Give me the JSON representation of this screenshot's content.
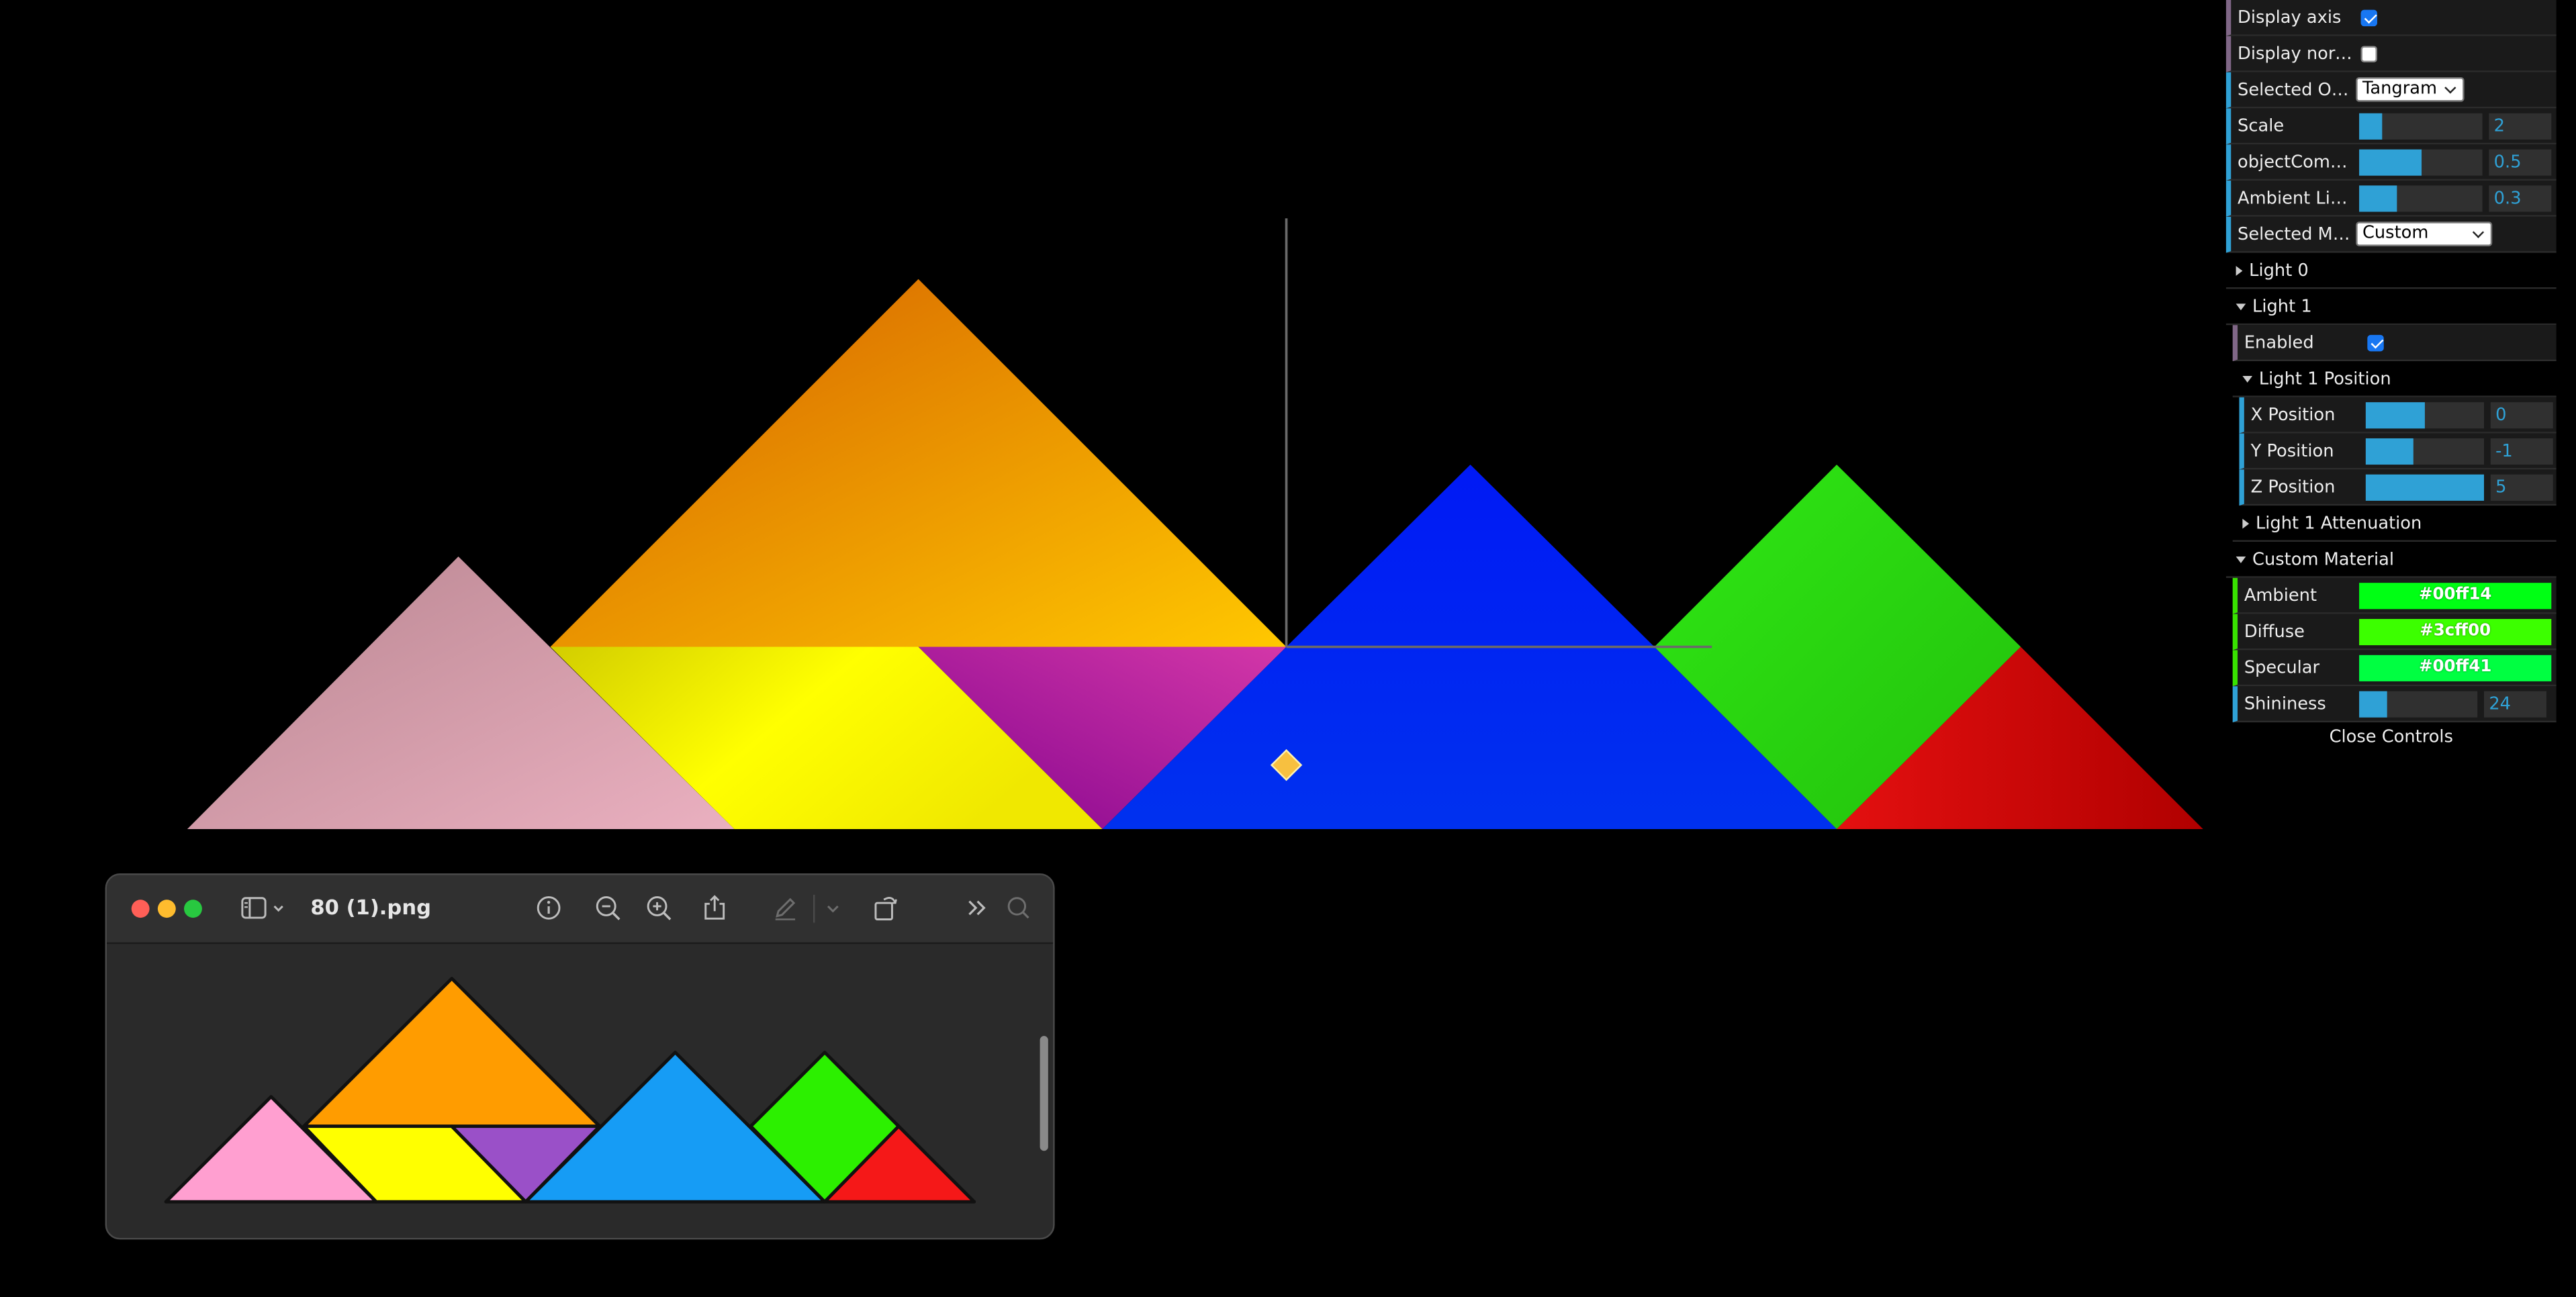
{
  "gui": {
    "display_axis": {
      "label": "Display axis",
      "checked": true
    },
    "display_normals": {
      "label": "Display normals",
      "checked": false
    },
    "selected_object": {
      "label": "Selected Object",
      "value": "Tangram"
    },
    "scale": {
      "label": "Scale",
      "value": "2",
      "fraction": 0.18
    },
    "object_complexity": {
      "label": "objectComplex...",
      "value": "0.5",
      "fraction": 0.5
    },
    "ambient_light": {
      "label": "Ambient Light",
      "value": "0.3",
      "fraction": 0.3
    },
    "selected_material": {
      "label": "Selected Material",
      "value": "Custom"
    },
    "light0": {
      "label": "Light 0"
    },
    "light1": {
      "label": "Light 1",
      "enabled": {
        "label": "Enabled",
        "checked": true
      },
      "position": {
        "label": "Light 1 Position",
        "x": {
          "label": "X Position",
          "value": "0",
          "fraction": 0.5
        },
        "y": {
          "label": "Y Position",
          "value": "-1",
          "fraction": 0.4
        },
        "z": {
          "label": "Z Position",
          "value": "5",
          "fraction": 1.0
        }
      },
      "attenuation": {
        "label": "Light 1 Attenuation"
      }
    },
    "custom_material": {
      "label": "Custom Material",
      "ambient": {
        "label": "Ambient",
        "value": "#00ff14"
      },
      "diffuse": {
        "label": "Diffuse",
        "value": "#3cff00"
      },
      "specular": {
        "label": "Specular",
        "value": "#00ff41"
      },
      "shininess": {
        "label": "Shininess",
        "value": "24",
        "fraction": 0.24
      }
    },
    "close_label": "Close Controls"
  },
  "preview": {
    "title": "80 (1).png"
  },
  "colors": {
    "pink": "#d8a3b4",
    "orange": "#f0960a",
    "yellow": "#f5ef00",
    "purple": "#b220a4",
    "blue": "#0026f2",
    "green": "#2ee012",
    "red": "#d40808",
    "ref_pink": "#ff9fd0",
    "ref_orange": "#ff9c00",
    "ref_yellow": "#ffff00",
    "ref_purple": "#9a50c8",
    "ref_blue": "#169cf5",
    "ref_green": "#2cf000",
    "ref_red": "#f51818"
  }
}
